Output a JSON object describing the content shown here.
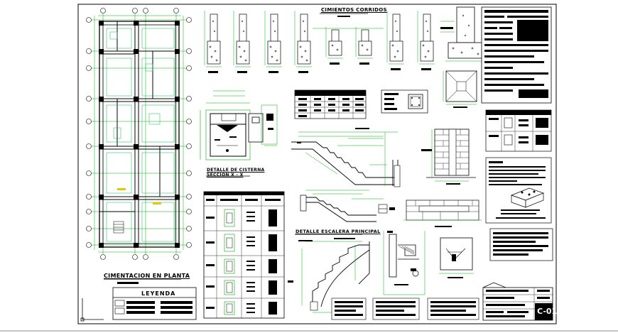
{
  "drawing": {
    "labels": {
      "plan_title": "CIMENTACION EN PLANTA",
      "legend_title": "LEYENDA",
      "section_title": "CIMIENTOS CORRIDOS",
      "cistern_title_1": "DETALLE DE CISTERNA",
      "cistern_title_2": "SECCION X - X",
      "stair_title": "DETALLE ESCALERA PRINCIPAL"
    },
    "title_block": {
      "sheet_code": "C-01"
    }
  }
}
